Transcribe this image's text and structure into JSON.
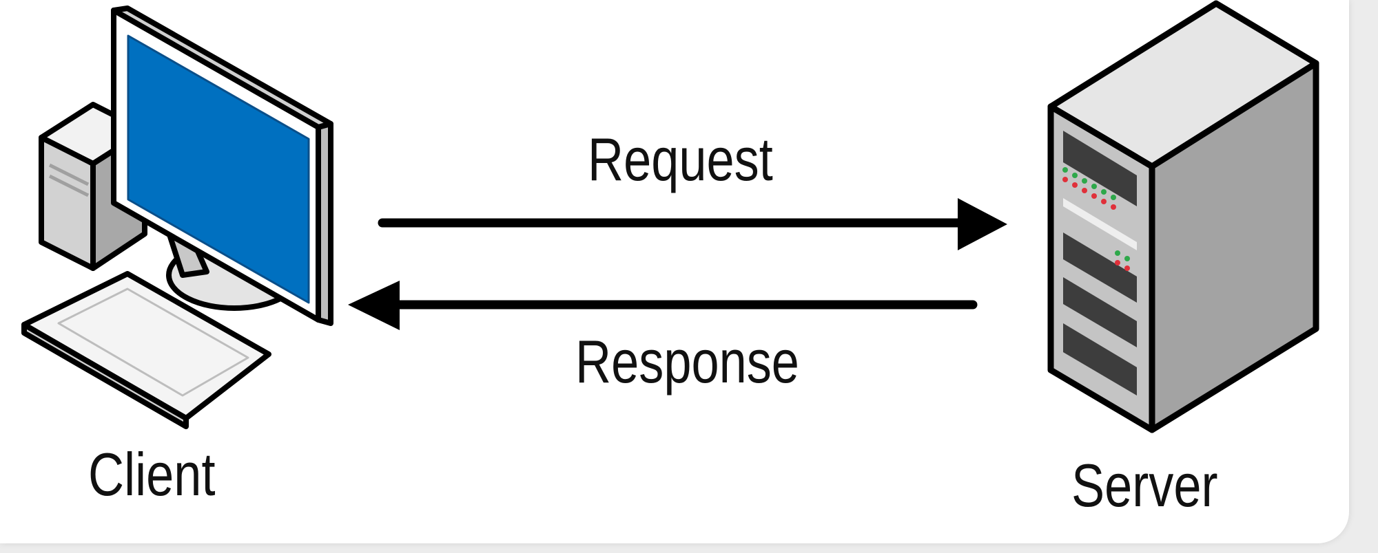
{
  "diagram": {
    "nodes": {
      "client": {
        "label": "Client",
        "icon": "desktop-computer-icon",
        "screen_color": "#0070c0"
      },
      "server": {
        "label": "Server",
        "icon": "server-tower-icon"
      }
    },
    "edges": {
      "request": {
        "label": "Request",
        "from": "client",
        "to": "server"
      },
      "response": {
        "label": "Response",
        "from": "server",
        "to": "client"
      }
    },
    "colors": {
      "ink": "#111111",
      "panel": "#ffffff",
      "led_green": "#2ea84a",
      "led_red": "#e0303a"
    }
  }
}
